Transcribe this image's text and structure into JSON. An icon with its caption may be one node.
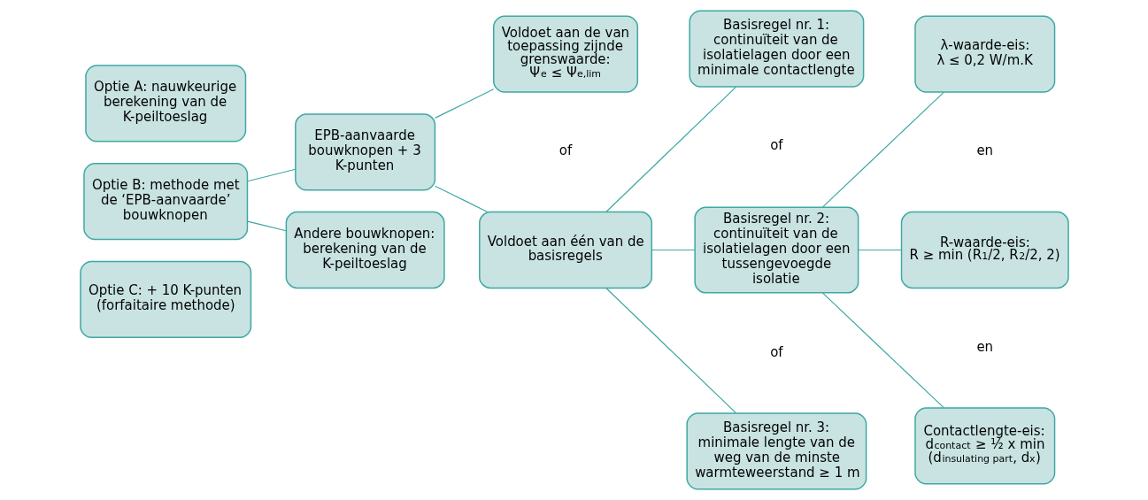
{
  "diagram": {
    "nodes": [
      {
        "text": [
          "Optie A: nauwkeurige berekening van de K-peiltoeslag"
        ]
      },
      {
        "text": [
          "Optie B: methode met de ‘EPB-aanvaarde’ bouwknopen"
        ]
      },
      {
        "text": [
          "Optie C: + 10 K-punten (forfaitaire methode)"
        ]
      },
      {
        "text": [
          "EPB-aanvaarde bouwknopen + 3 K-punten"
        ]
      },
      {
        "text": [
          "Andere bouwknopen: berekening van de K-peiltoeslag"
        ]
      },
      {
        "text": [
          "Voldoet aan de van toepassing zijnde grenswaarde:",
          "Ψ$_{e}$ ≤ Ψ$_{e,lim}$"
        ]
      },
      {
        "text": [
          "Voldoet aan één van de basisregels"
        ]
      },
      {
        "text": [
          "Basisregel nr. 1: continuïteit van de isolatielagen door een minimale contactlengte"
        ]
      },
      {
        "text": [
          "Basisregel nr. 2: continuïteit van de isolatielagen door een tussengevoegde isolatie"
        ]
      },
      {
        "text": [
          "Basisregel nr. 3: minimale lengte van de weg van de minste warmteweerstand ≥ 1 m"
        ]
      },
      {
        "text": [
          "λ-waarde-eis:",
          "λ ≤ 0,2 W/m.K"
        ]
      },
      {
        "text": [
          "R-waarde-eis:",
          "R ≥ min (R$_{1}$/2, R$_{2}$/2, 2)"
        ]
      },
      {
        "text": [
          "Contactlengte-eis:",
          "d$_{contact}$ ≥ ½ x min (d$_{insulating part}$, d$_{x}$)"
        ]
      }
    ],
    "edges": [
      {
        "from": 1,
        "to": 3,
        "arrow": "none"
      },
      {
        "from": 1,
        "to": 4,
        "arrow": "none"
      },
      {
        "from": 3,
        "to": 5,
        "arrow": "none"
      },
      {
        "from": 3,
        "to": 6,
        "arrow": "none"
      },
      {
        "from": 6,
        "to": 7,
        "arrow": "none"
      },
      {
        "from": 6,
        "to": 8,
        "arrow": "none"
      },
      {
        "from": 6,
        "to": 9,
        "arrow": "none"
      },
      {
        "from": 8,
        "to": 10,
        "arrow": "none"
      },
      {
        "from": 8,
        "to": 11,
        "arrow": "none"
      },
      {
        "from": 8,
        "to": 12,
        "arrow": "none"
      }
    ],
    "labels": [
      "of",
      "of",
      "en",
      "of",
      "en"
    ]
  }
}
